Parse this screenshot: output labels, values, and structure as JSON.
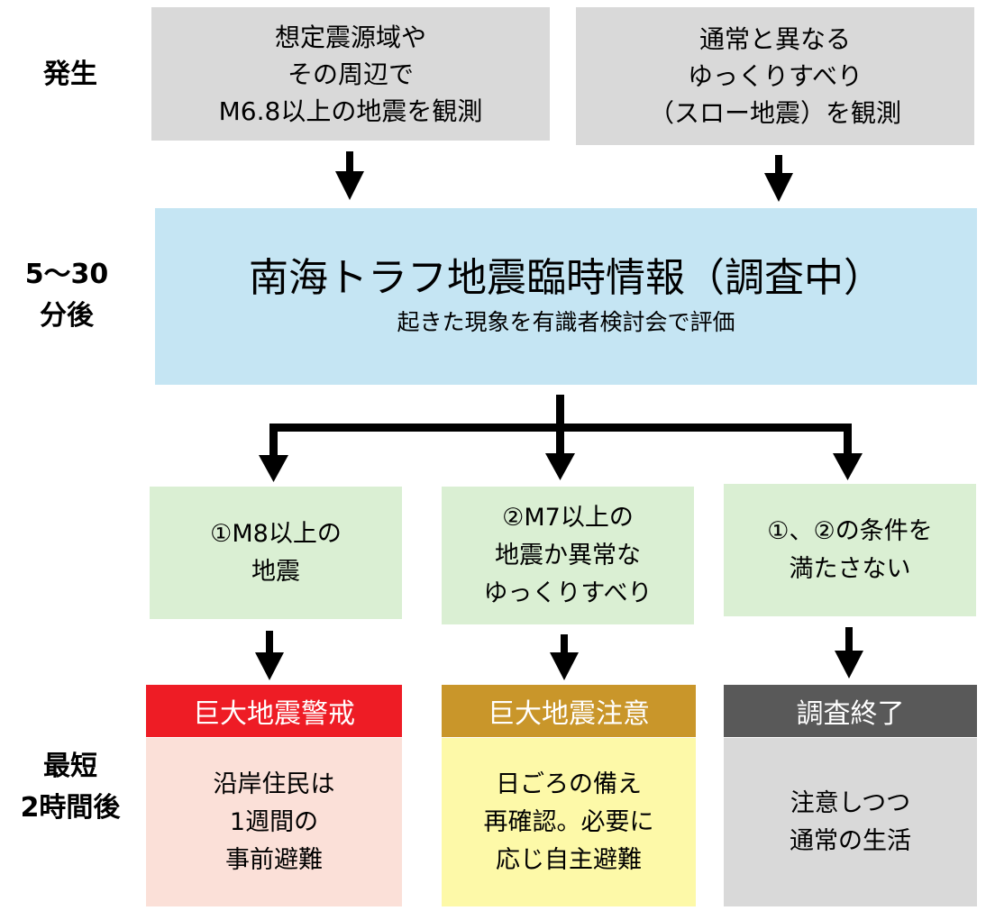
{
  "stages": {
    "occurrence": "発生",
    "min5_30": "5〜30\n分後",
    "earliest2h": "最短\n2時間後"
  },
  "sources": [
    {
      "text": "想定震源域や\nその周辺で\nM6.8以上の地震を観測"
    },
    {
      "text": "通常と異なる\nゆっくりすべり\n（スロー地震）を観測"
    }
  ],
  "info": {
    "title": "南海トラフ地震臨時情報（調査中）",
    "subtitle": "起きた現象を有識者検討会で評価"
  },
  "conditions": [
    {
      "text": "①M8以上の\n地震"
    },
    {
      "text": "②M7以上の\n地震か異常な\nゆっくりすべり"
    },
    {
      "text": "①、②の条件を\n満たさない"
    }
  ],
  "outcomes": [
    {
      "heading": "巨大地震警戒",
      "body": "沿岸住民は\n1週間の\n事前避難",
      "heading_color": "#ee1c25",
      "body_color": "#fbe0d8"
    },
    {
      "heading": "巨大地震注意",
      "body": "日ごろの備え\n再確認。必要に\n応じ自主避難",
      "heading_color": "#c9962a",
      "body_color": "#fdf9a8"
    },
    {
      "heading": "調査終了",
      "body": "注意しつつ\n通常の生活",
      "heading_color": "#595959",
      "body_color": "#d9d9d9"
    }
  ]
}
